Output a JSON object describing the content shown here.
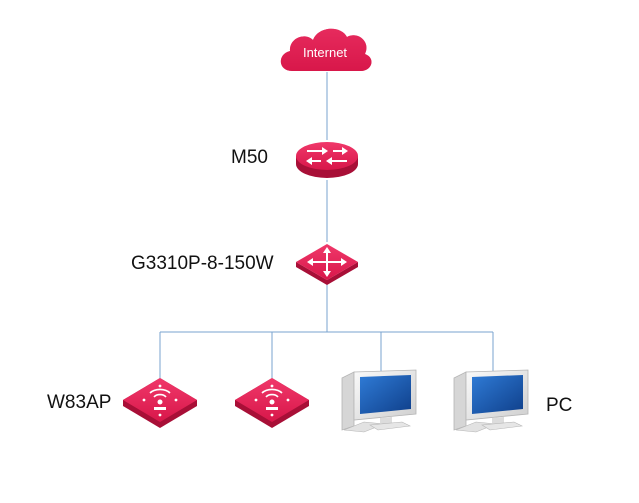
{
  "colors": {
    "device_red": "#d8174a",
    "device_red_dark": "#a80f37",
    "link_line": "#7aa3cf",
    "pc_frame": "#e9e9e9",
    "pc_screen": "#1d5fb3"
  },
  "nodes": {
    "internet": {
      "label": "Internet",
      "icon": "cloud-icon"
    },
    "router": {
      "label": "M50",
      "icon": "router-icon"
    },
    "switch": {
      "label": "G3310P-8-150W",
      "icon": "switch-icon"
    },
    "access_points": {
      "label": "W83AP",
      "icon": "access-point-icon"
    },
    "computers": {
      "label": "PC",
      "icon": "pc-icon"
    }
  },
  "edges": [
    {
      "from": "Internet",
      "to": "M50"
    },
    {
      "from": "M50",
      "to": "G3310P-8-150W"
    },
    {
      "from": "G3310P-8-150W",
      "to": "W83AP"
    },
    {
      "from": "G3310P-8-150W",
      "to": "W83AP"
    },
    {
      "from": "G3310P-8-150W",
      "to": "PC"
    },
    {
      "from": "G3310P-8-150W",
      "to": "PC"
    }
  ]
}
